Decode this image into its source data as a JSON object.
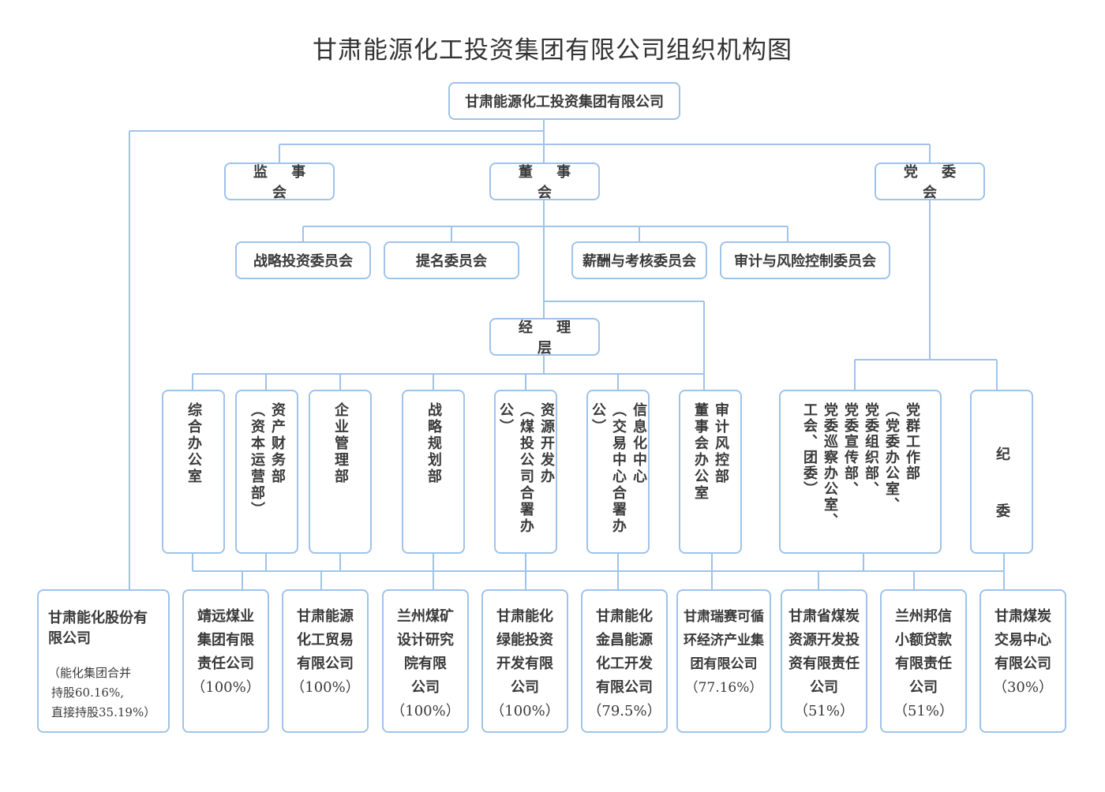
{
  "title": "甘肃能源化工投资集团有限公司组织机构图",
  "root": "甘肃能源化工投资集团有限公司",
  "level1": {
    "supervisory": "监 事 会",
    "board": "董 事 会",
    "party": "党 委 会"
  },
  "committees": [
    "战略投资委员会",
    "提名委员会",
    "薪酬与考核委员会",
    "审计与风险控制委员会"
  ],
  "management": "经 理 层",
  "departments": [
    [
      "综合办公室"
    ],
    [
      "资产财务部",
      "（资本运营部）"
    ],
    [
      "企业管理部"
    ],
    [
      "战略规划部"
    ],
    [
      "资源开发办",
      "（煤投公司合署办公）"
    ],
    [
      "信息化中心",
      "（交易中心合署办公）"
    ],
    [
      "审计风控部",
      "董事会办公室"
    ]
  ],
  "party_departments": {
    "groups": [
      "党群工作部",
      "（党委办公室、",
      "党委组织部、",
      "党委宣传部、",
      "党委巡察办公室、",
      "工会、团委）"
    ],
    "discipline": "纪　　委"
  },
  "subsidiaries": [
    {
      "name": "甘肃能化股份有限公司",
      "note": [
        "（能化集团合并",
        "持股60.16%,",
        "直接持股35.19%）"
      ]
    },
    {
      "name": [
        "靖远煤业",
        "集团有限",
        "责任公司"
      ],
      "pct": "（100%）"
    },
    {
      "name": [
        "甘肃能源",
        "化工贸易",
        "有限公司"
      ],
      "pct": "（100%）"
    },
    {
      "name": [
        "兰州煤矿",
        "设计研究",
        "院有限",
        "公司"
      ],
      "pct": "（100%）"
    },
    {
      "name": [
        "甘肃能化",
        "绿能投资",
        "开发有限",
        "公司"
      ],
      "pct": "（100%）"
    },
    {
      "name": [
        "甘肃能化",
        "金昌能源",
        "化工开发",
        "有限公司"
      ],
      "pct": "（79.5%）"
    },
    {
      "name": [
        "甘肃瑞赛可循",
        "环经济产业集",
        "团有限公司"
      ],
      "pct": "（77.16%）"
    },
    {
      "name": [
        "甘肃省煤炭",
        "资源开发投",
        "资有限责任",
        "公司"
      ],
      "pct": "（51%）"
    },
    {
      "name": [
        "兰州邦信",
        "小额贷款",
        "有限责任",
        "公司"
      ],
      "pct": "（51%）"
    },
    {
      "name": [
        "甘肃煤炭",
        "交易中心",
        "有限公司"
      ],
      "pct": "（30%）"
    }
  ],
  "colors": {
    "line": "#9fc3ea",
    "text": "#3a3a3a"
  }
}
